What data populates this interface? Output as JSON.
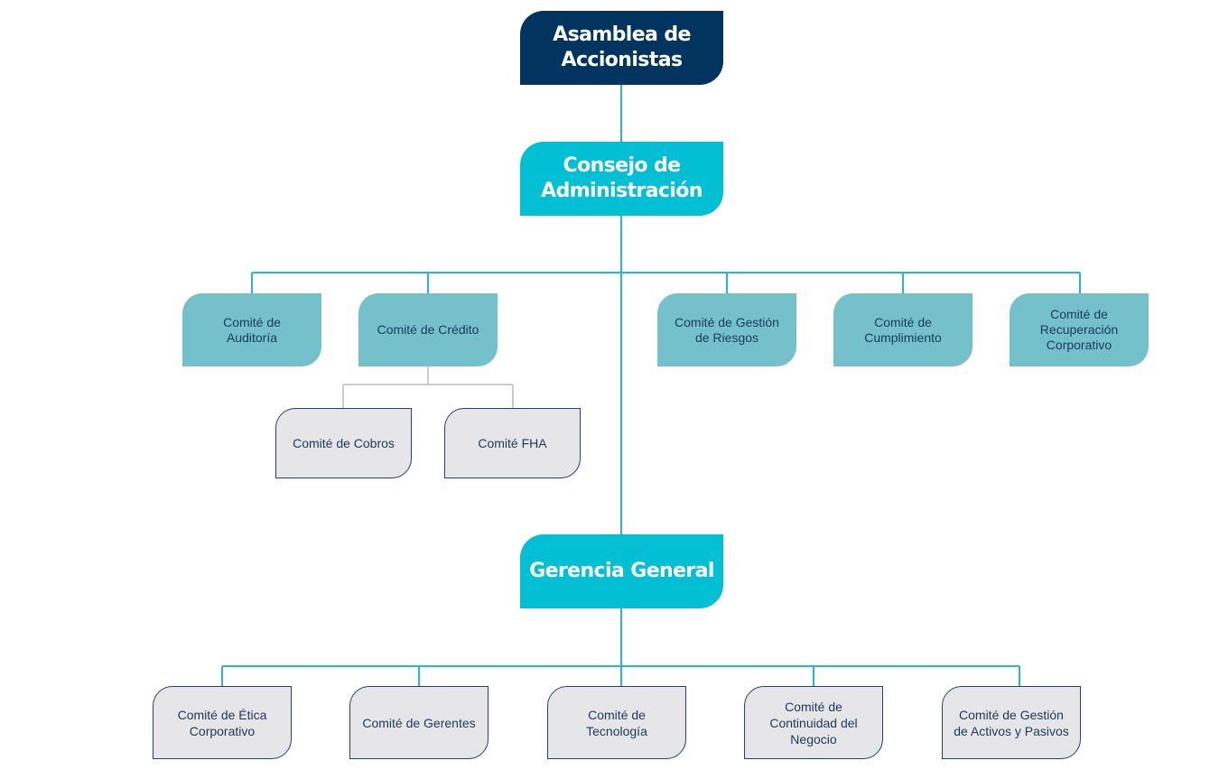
{
  "colors": {
    "dark_navy": "#013560",
    "cyan": "#03bfd3",
    "teal": "#74c1cb",
    "light_gray": "#e6e6e8",
    "connector": "#2ab5cb",
    "sub_connector": "#cccccc"
  },
  "top": {
    "asamblea": "Asamblea de\nAccionistas",
    "consejo": "Consejo de\nAdministración",
    "gerencia": "Gerencia General"
  },
  "board_committees": {
    "auditoria": "Comité de\nAuditoría",
    "credito": "Comité de Crédito",
    "riesgos": "Comité de Gestión\nde Riesgos",
    "cumplimiento": "Comité de\nCumplimiento",
    "recuperacion": "Comité de\nRecuperación\nCorporativo"
  },
  "credit_subcommittees": {
    "cobros": "Comité de Cobros",
    "fha": "Comité  FHA"
  },
  "management_committees": {
    "etica": "Comité de Ética\nCorporativo",
    "gerentes": "Comité de Gerentes",
    "tecnologia": "Comité de\nTecnología",
    "continuidad": "Comité de\nContinuidad del\nNegocio",
    "activos": "Comité de Gestión\nde Activos y Pasivos"
  }
}
